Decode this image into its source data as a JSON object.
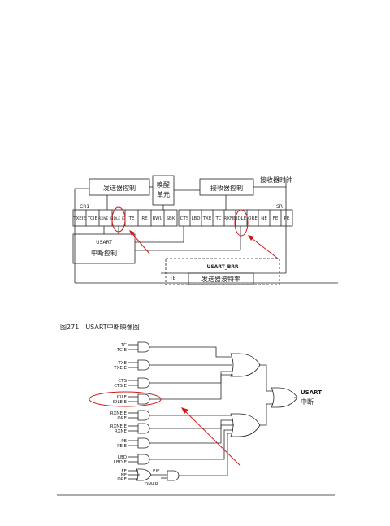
{
  "top": {
    "tx_control": "发送器控制",
    "wakeup_unit": "唤醒\n单元",
    "wakeup_line1": "唤醒",
    "wakeup_line2": "单元",
    "rx_control": "接收器控制",
    "rx_clock": "接收器时钟",
    "cr1_label": "CR1",
    "sr_label": "SR",
    "cr1_bits": [
      "TXEIE",
      "TCIE",
      "RXNE IE",
      "IDLE IE",
      "TE",
      "RE",
      "RWU",
      "SBK"
    ],
    "sr_bits": [
      "CTS",
      "LBD",
      "TXE",
      "TC",
      "RXNE",
      "IDLE",
      "ORE",
      "NE",
      "FE",
      "PE"
    ],
    "usart_label": "USART",
    "interrupt_control": "中断控制",
    "usart_brr": "USART_BRR",
    "tx_rate": "发送器波特率",
    "te_label": "TE"
  },
  "bottom": {
    "figure_title": "图271　USART中断映像图",
    "inputs": [
      [
        "TC",
        "TCIE"
      ],
      [
        "TXE",
        "TXEIE"
      ],
      [
        "CTS",
        "CTSIE"
      ],
      [
        "IDLE",
        "IDLEIE"
      ],
      [
        "RXNEIE",
        "ORE"
      ],
      [
        "RXNEIE",
        "RXNE"
      ],
      [
        "PE",
        "PEIE"
      ],
      [
        "LBD",
        "LBDIE"
      ],
      [
        "FE",
        "NF",
        "ORE"
      ]
    ],
    "eie_label": "EIE",
    "dmar_label": "DMAR",
    "output_line1": "USART",
    "output_line2": "中断"
  },
  "colors": {
    "highlight": "#d01818",
    "line": "#222222"
  }
}
